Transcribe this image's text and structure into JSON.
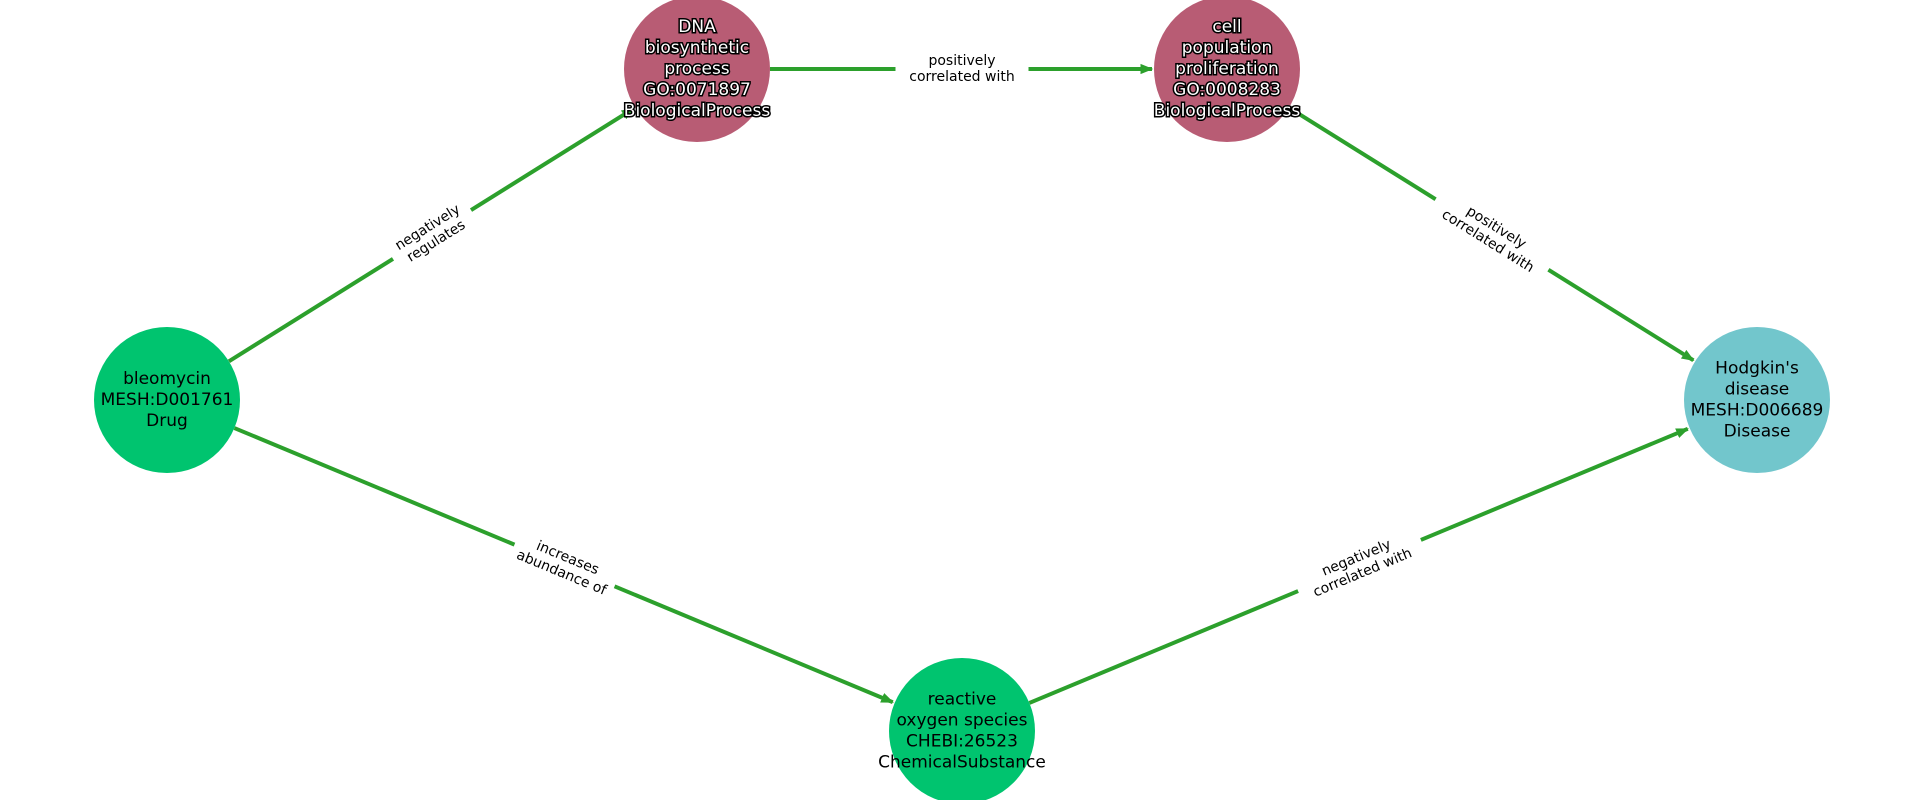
{
  "colors": {
    "drug": "#00c46f",
    "chemical": "#00c46f",
    "process": "#b85c74",
    "disease": "#72c6cc",
    "edge": "#2ca02c"
  },
  "nodes": [
    {
      "id": "bleomycin",
      "kind": "drug",
      "lines": [
        "bleomycin",
        "MESH:D001761",
        "Drug"
      ]
    },
    {
      "id": "dna",
      "kind": "process",
      "lines": [
        "DNA",
        "biosynthetic",
        "process",
        "GO:0071897",
        "BiologicalProcess"
      ]
    },
    {
      "id": "cell",
      "kind": "process",
      "lines": [
        "cell",
        "population",
        "proliferation",
        "GO:0008283",
        "BiologicalProcess"
      ]
    },
    {
      "id": "hodgkin",
      "kind": "disease",
      "lines": [
        "Hodgkin's",
        "disease",
        "MESH:D006689",
        "Disease"
      ]
    },
    {
      "id": "ros",
      "kind": "chemical",
      "lines": [
        "reactive",
        "oxygen species",
        "CHEBI:26523",
        "ChemicalSubstance"
      ]
    }
  ],
  "edges": [
    {
      "from": "bleomycin",
      "to": "dna",
      "lines": [
        "negatively",
        "regulates"
      ]
    },
    {
      "from": "dna",
      "to": "cell",
      "lines": [
        "positively",
        "correlated with"
      ]
    },
    {
      "from": "cell",
      "to": "hodgkin",
      "lines": [
        "positively",
        "correlated with"
      ]
    },
    {
      "from": "bleomycin",
      "to": "ros",
      "lines": [
        "increases",
        "abundance of"
      ]
    },
    {
      "from": "ros",
      "to": "hodgkin",
      "lines": [
        "negatively",
        "correlated with"
      ]
    }
  ]
}
